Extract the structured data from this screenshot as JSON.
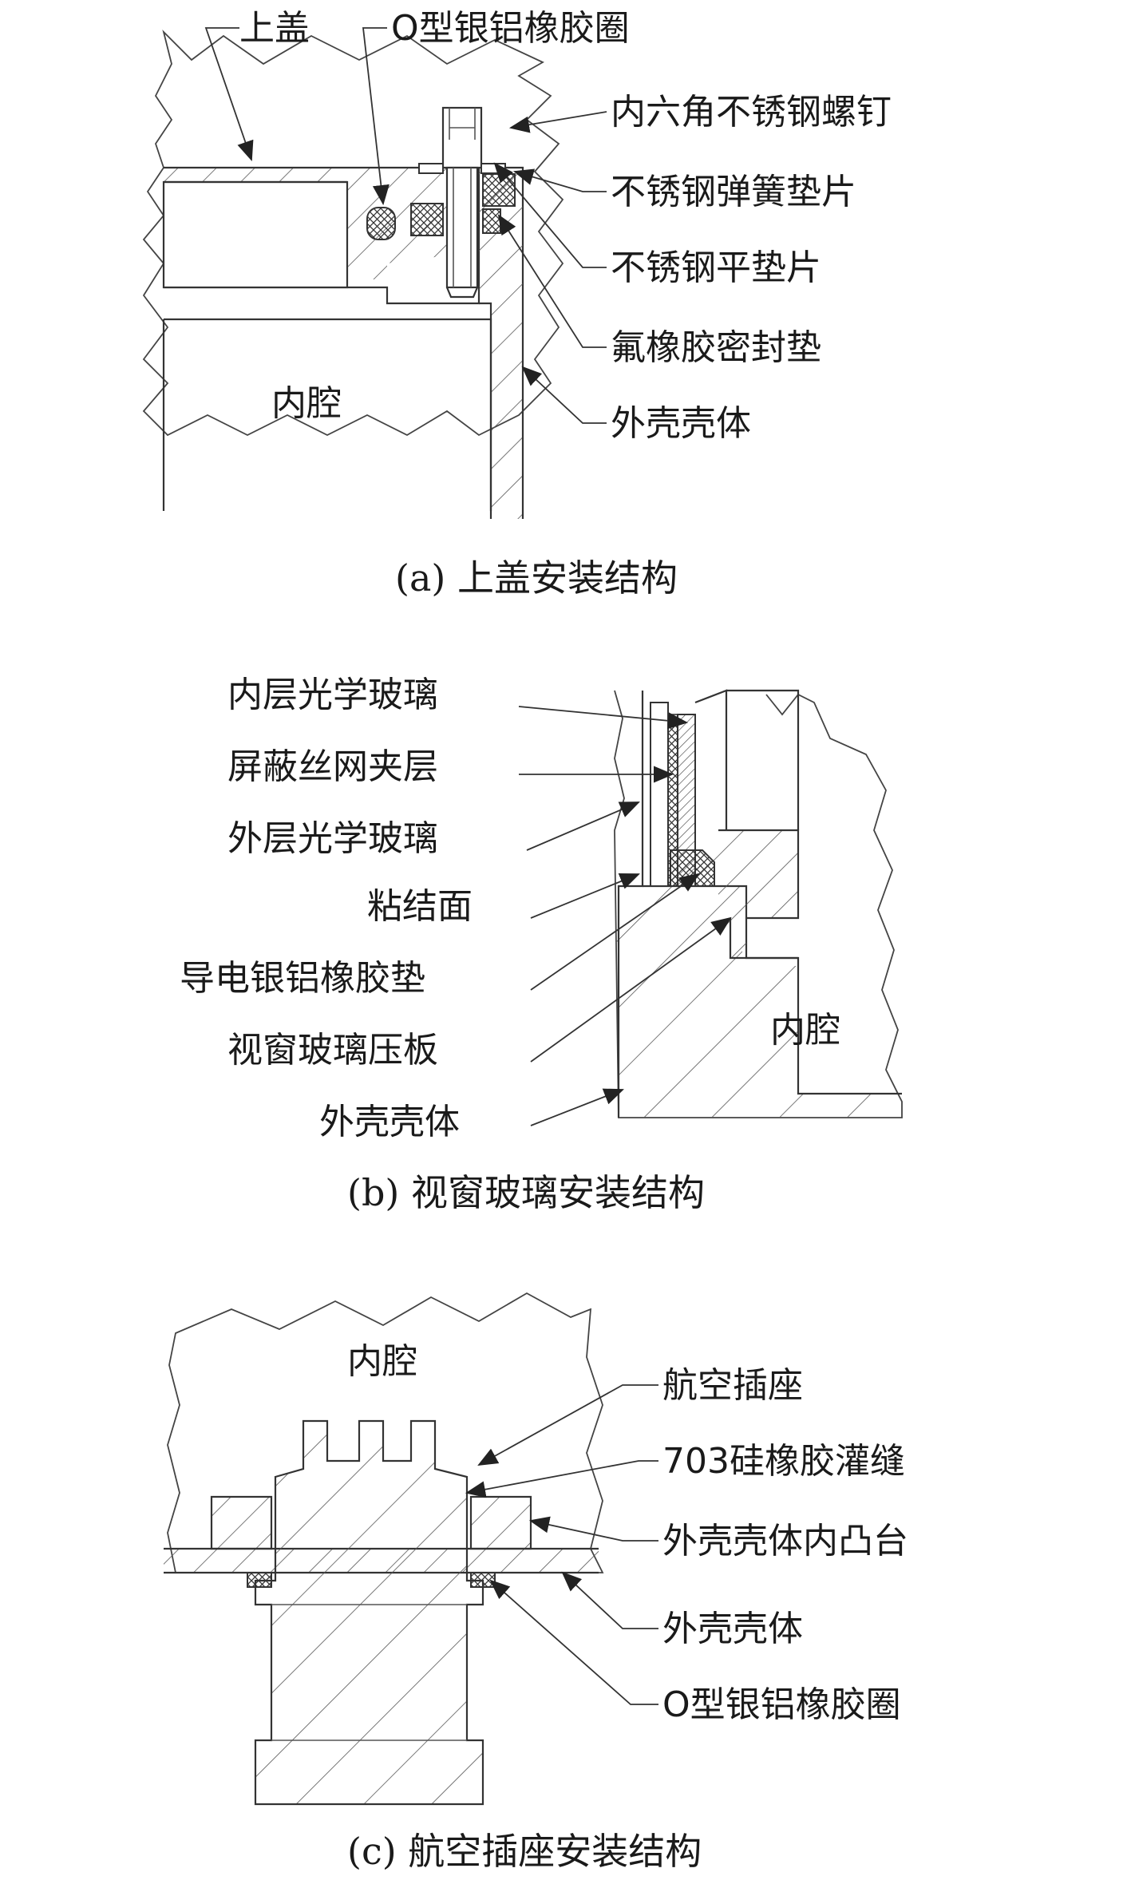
{
  "panel_a": {
    "caption": "(a) 上盖安装结构",
    "labels": {
      "top_cover": "上盖",
      "o_ring": "O型银铝橡胶圈",
      "screw": "内六角不锈钢螺钉",
      "spring_washer": "不锈钢弹簧垫片",
      "flat_washer": "不锈钢平垫片",
      "fluoro_gasket": "氟橡胶密封垫",
      "shell": "外壳壳体",
      "cavity": "内腔"
    }
  },
  "panel_b": {
    "caption": "(b) 视窗玻璃安装结构",
    "labels": {
      "inner_glass": "内层光学玻璃",
      "mesh_layer": "屏蔽丝网夹层",
      "outer_glass": "外层光学玻璃",
      "bond_surface": "粘结面",
      "conductive_pad": "导电银铝橡胶垫",
      "press_plate": "视窗玻璃压板",
      "shell": "外壳壳体",
      "cavity": "内腔"
    }
  },
  "panel_c": {
    "caption": "(c) 航空插座安装结构",
    "labels": {
      "cavity": "内腔",
      "socket": "航空插座",
      "rtv_seal": "703硅橡胶灌缝",
      "boss": "外壳壳体内凸台",
      "shell": "外壳壳体",
      "o_ring": "O型银铝橡胶圈"
    }
  }
}
